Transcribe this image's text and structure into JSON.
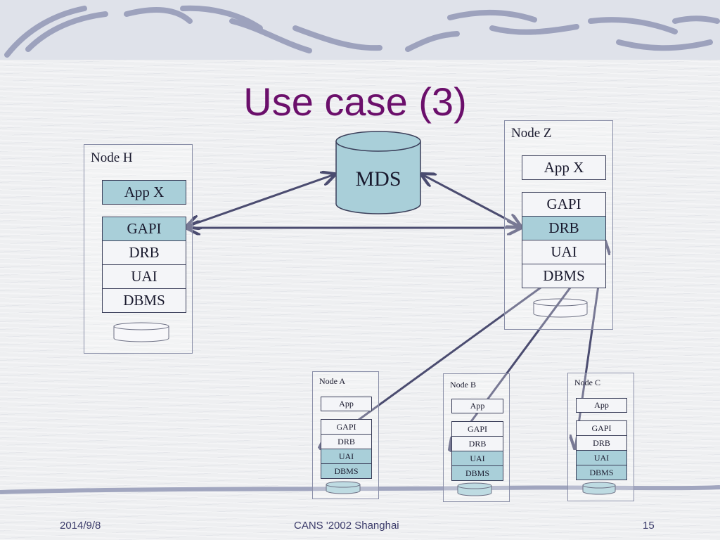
{
  "slide": {
    "title": "Use case (3)",
    "mds_label": "MDS"
  },
  "node_h": {
    "label": "Node H",
    "app": "App X",
    "layers": [
      "GAPI",
      "DRB",
      "UAI",
      "DBMS"
    ]
  },
  "node_z": {
    "label": "Node Z",
    "app": "App X",
    "layers": [
      "GAPI",
      "DRB",
      "UAI",
      "DBMS"
    ]
  },
  "node_a": {
    "label": "Node A",
    "app": "App",
    "layers": [
      "GAPI",
      "DRB",
      "UAI",
      "DBMS"
    ]
  },
  "node_b": {
    "label": "Node B",
    "app": "App",
    "layers": [
      "GAPI",
      "DRB",
      "UAI",
      "DBMS"
    ]
  },
  "node_c": {
    "label": "Node C",
    "app": "App",
    "layers": [
      "GAPI",
      "DRB",
      "UAI",
      "DBMS"
    ]
  },
  "footer": {
    "date": "2014/9/8",
    "center": "CANS '2002  Shanghai",
    "page": "15"
  },
  "colors": {
    "title": "#6b0f6b",
    "highlight": "#a9cfd9",
    "arrow": "#4b4c70"
  }
}
